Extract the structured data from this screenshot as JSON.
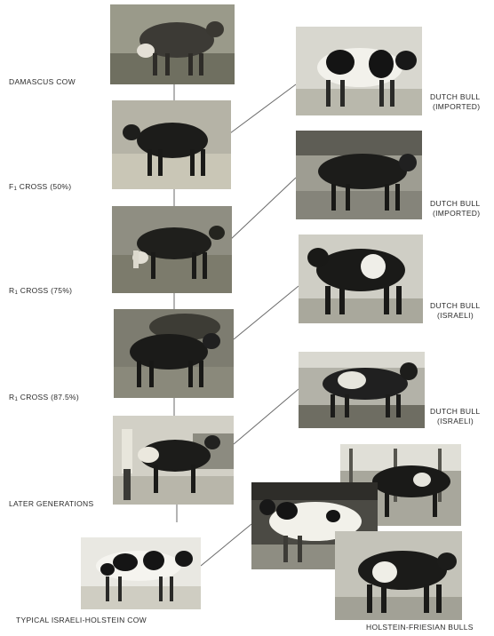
{
  "left_column": [
    {
      "label": ""
    },
    {
      "label": "DAMASCUS COW"
    },
    {
      "label_pre": "F",
      "label_sub": "1",
      "label_post": " CROSS (50%)"
    },
    {
      "label_pre": "R",
      "label_sub": "1",
      "label_post": " CROSS (75%)"
    },
    {
      "label_pre": "R",
      "label_sub": "1",
      "label_post": " CROSS (87.5%)"
    },
    {
      "label": "LATER GENERATIONS"
    },
    {
      "label": "TYPICAL ISRAELI-HOLSTEIN COW"
    }
  ],
  "right_column": [
    {
      "line1": "DUTCH BULL",
      "line2": "(IMPORTED)"
    },
    {
      "line1": "DUTCH BULL",
      "line2": "(IMPORTED)"
    },
    {
      "line1": "DUTCH BULL",
      "line2": "(ISRAELI)"
    },
    {
      "line1": "DUTCH BULL",
      "line2": "(ISRAELI)"
    }
  ],
  "bottom_right_label": "HOLSTEIN-FRIESIAN BULLS",
  "icons": {
    "cow": "cow-photo",
    "bull": "bull-photo"
  },
  "colors": {
    "background": "#ffffff",
    "line": "#6a6a6a",
    "photo_dark": "#2a2a2a",
    "photo_light": "#e8e8e0"
  }
}
